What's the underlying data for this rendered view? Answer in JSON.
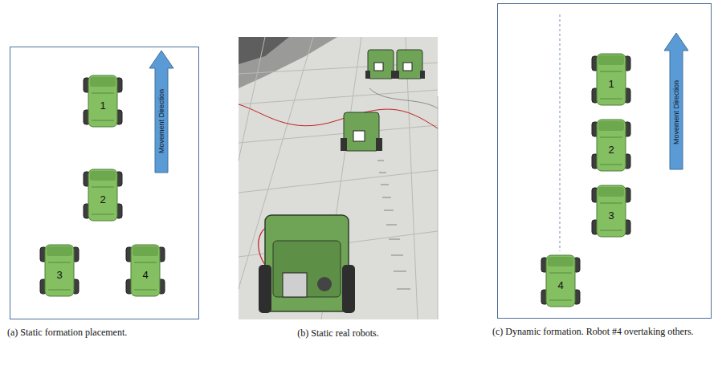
{
  "diagram": {
    "nodes": [
      {
        "text": [
          "(a) Static formation placement."
        ]
      },
      {
        "text": [
          "1"
        ],
        "in": 0
      },
      {
        "text": [
          "2"
        ],
        "in": 0
      },
      {
        "text": [
          "3"
        ],
        "in": 0
      },
      {
        "text": [
          "4"
        ],
        "in": 0
      },
      {
        "text": [
          "Movement Direction"
        ],
        "in": 0
      },
      {
        "text": [
          "(b) Static real robots."
        ]
      },
      {
        "text": [
          "(c) Dynamic formation. Robot #4 overtaking others."
        ]
      },
      {
        "text": [
          "1"
        ],
        "in": 7
      },
      {
        "text": [
          "2"
        ],
        "in": 7
      },
      {
        "text": [
          "3"
        ],
        "in": 7
      },
      {
        "text": [
          "4"
        ],
        "in": 7
      },
      {
        "text": [
          "Movement Direction"
        ],
        "in": 7
      }
    ]
  }
}
